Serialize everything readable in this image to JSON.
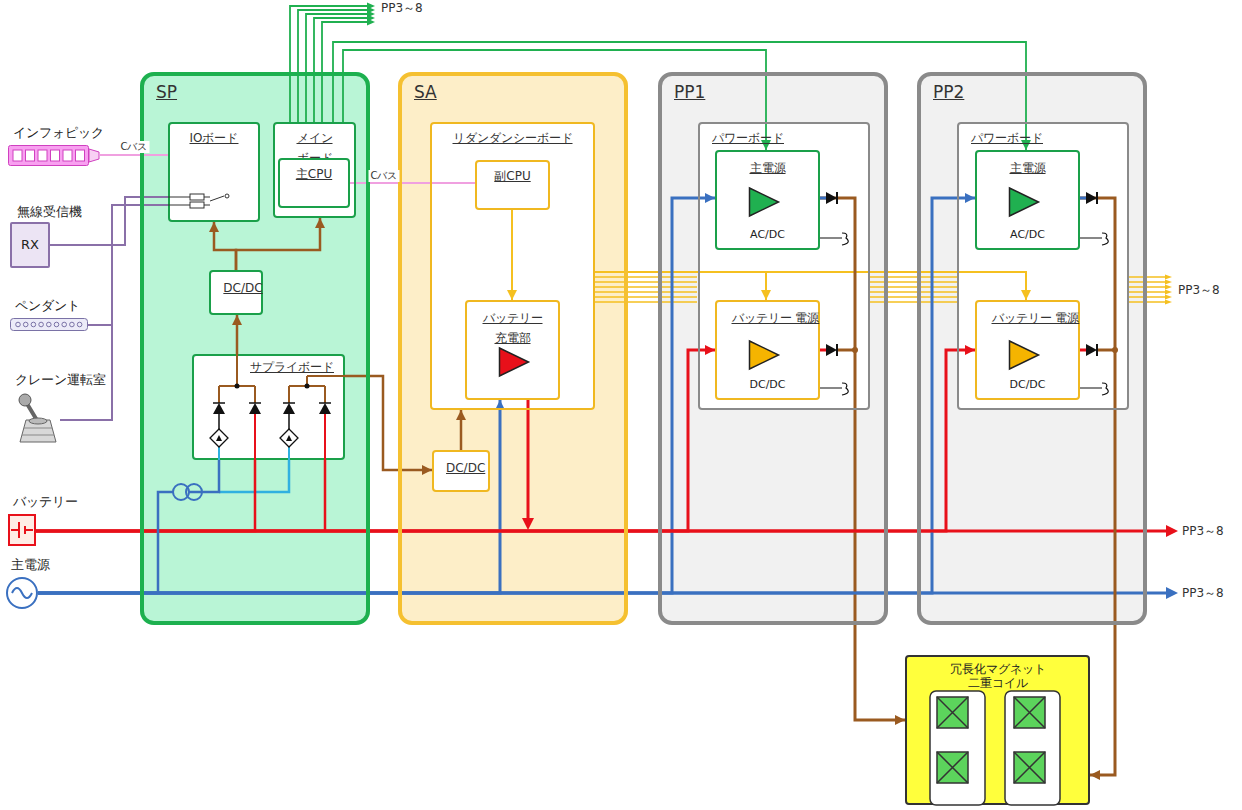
{
  "diagram": {
    "nodes": [
      {
        "text": [
          "SP"
        ]
      },
      {
        "text": [
          "IOボード"
        ],
        "in": 0
      },
      {
        "text": [
          "メイン ボード"
        ],
        "in": 0
      },
      {
        "text": [
          "主CPU"
        ],
        "in": 2
      },
      {
        "text": [
          "DC/DC"
        ],
        "in": 0
      },
      {
        "text": [
          "サプライボード"
        ],
        "in": 0
      },
      {
        "text": [
          "SA"
        ]
      },
      {
        "text": [
          "リダンダンシーボード"
        ],
        "in": 6
      },
      {
        "text": [
          "副CPU"
        ],
        "in": 7
      },
      {
        "text": [
          "バッテリー 充電部"
        ],
        "in": 7
      },
      {
        "text": [
          "DC/DC"
        ],
        "in": 6
      },
      {
        "text": [
          "PP1"
        ]
      },
      {
        "text": [
          "パワーボード"
        ],
        "in": 11
      },
      {
        "text": [
          "主電源",
          "AC/DC"
        ],
        "in": 12
      },
      {
        "text": [
          "バッテリー 電源",
          "DC/DC"
        ],
        "in": 12
      },
      {
        "text": [
          "PP2"
        ]
      },
      {
        "text": [
          "パワーボード"
        ],
        "in": 15
      },
      {
        "text": [
          "主電源",
          "AC/DC"
        ],
        "in": 16
      },
      {
        "text": [
          "バッテリー 電源",
          "DC/DC"
        ],
        "in": 16
      },
      {
        "text": [
          "冗長化マグネット 二重コイル"
        ]
      },
      {
        "text": [
          "インフォピック"
        ]
      },
      {
        "text": [
          "無線受信機",
          "RX"
        ]
      },
      {
        "text": [
          "ペンダント"
        ]
      },
      {
        "text": [
          "クレーン運転室"
        ]
      },
      {
        "text": [
          "バッテリー"
        ]
      },
      {
        "text": [
          "主電源"
        ]
      }
    ],
    "edges": [
      {
        "from": 20,
        "to": 1,
        "arrow": "none",
        "label": "Cバス"
      },
      {
        "from": 3,
        "to": 8,
        "arrow": "none",
        "label": "Cバス"
      },
      {
        "from": 21,
        "to": 1,
        "arrow": "none"
      },
      {
        "from": 22,
        "to": 1,
        "arrow": "none"
      },
      {
        "from": 23,
        "to": 1,
        "arrow": "none"
      },
      {
        "from": 4,
        "to": 1,
        "arrow": "to"
      },
      {
        "from": 4,
        "to": 2,
        "arrow": "to"
      },
      {
        "from": 5,
        "to": 4,
        "arrow": "to"
      },
      {
        "from": 5,
        "to": 10,
        "arrow": "to"
      },
      {
        "from": 10,
        "to": 7,
        "arrow": "to"
      },
      {
        "from": 8,
        "to": 9,
        "arrow": "to"
      },
      {
        "from": 2,
        "to": 13,
        "arrow": "to"
      },
      {
        "from": 2,
        "to": 17,
        "arrow": "to"
      },
      {
        "from": 7,
        "to": 14,
        "arrow": "to"
      },
      {
        "from": 7,
        "to": 18,
        "arrow": "to"
      },
      {
        "from": 13,
        "to": 19,
        "arrow": "to"
      },
      {
        "from": 17,
        "to": 19,
        "arrow": "to"
      },
      {
        "from": 25,
        "to": 13,
        "arrow": "to"
      },
      {
        "from": 25,
        "to": 17,
        "arrow": "to"
      },
      {
        "from": 25,
        "to": 9,
        "arrow": "to"
      },
      {
        "from": 24,
        "to": 14,
        "arrow": "to"
      },
      {
        "from": 24,
        "to": 18,
        "arrow": "to"
      },
      {
        "from": 24,
        "to": 5,
        "arrow": "none"
      },
      {
        "from": 25,
        "to": 5,
        "arrow": "none"
      }
    ],
    "labels": [
      "PP3～8",
      "PP3～8",
      "PP3～8",
      "PP3～8"
    ]
  }
}
